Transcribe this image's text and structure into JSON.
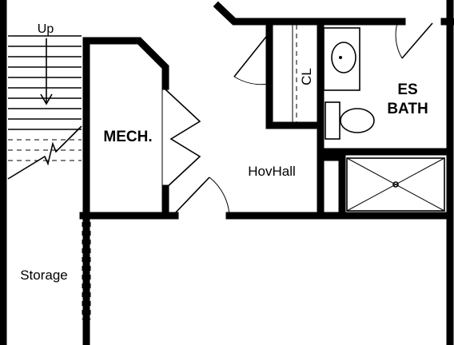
{
  "rooms": {
    "stairs": "Up",
    "mech": "MECH.",
    "closet": "CL",
    "hall": "HovHall",
    "bath_line1": "ES",
    "bath_line2": "BATH",
    "storage": "Storage"
  },
  "colors": {
    "ink": "#000000",
    "paper": "#ffffff"
  }
}
